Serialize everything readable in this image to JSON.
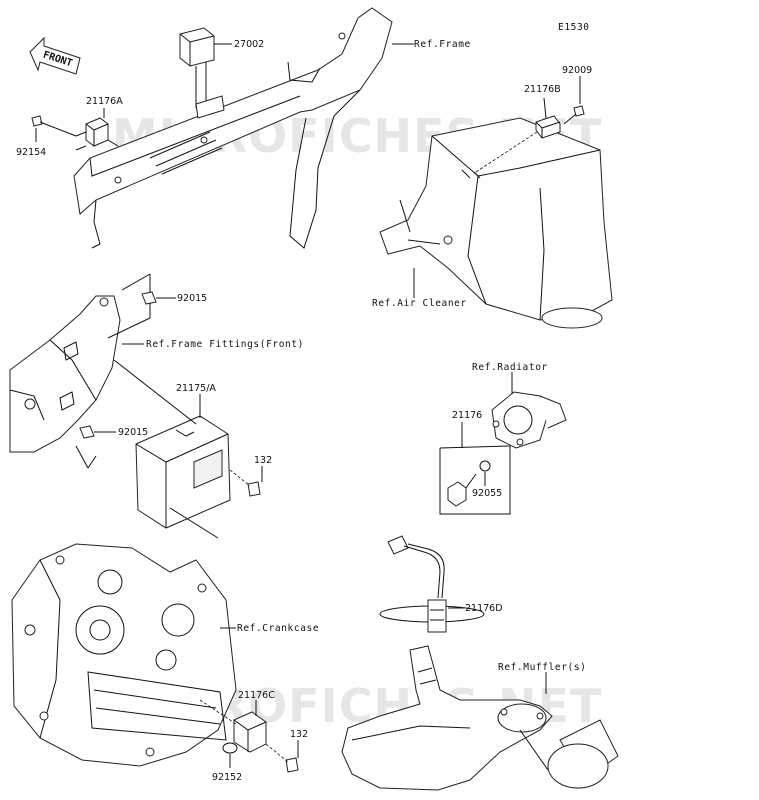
{
  "diagram_code": "E1530",
  "watermark": "MICROFICHES.NET",
  "front_arrow": "FRONT",
  "refs": {
    "frame": "Ref.Frame",
    "air_cleaner": "Ref.Air Cleaner",
    "frame_fittings": "Ref.Frame Fittings(Front)",
    "radiator": "Ref.Radiator",
    "crankcase": "Ref.Crankcase",
    "muffler": "Ref.Muffler(s)"
  },
  "parts": {
    "p27002": "27002",
    "p21176A": "21176A",
    "p92154": "92154",
    "p92009": "92009",
    "p21176B": "21176B",
    "p92015_top": "92015",
    "p92015_bottom": "92015",
    "p21175A": "21175/A",
    "p132_top": "132",
    "p21176": "21176",
    "p92055": "92055",
    "p21176D": "21176D",
    "p21176C": "21176C",
    "p132_bottom": "132",
    "p92152": "92152"
  }
}
